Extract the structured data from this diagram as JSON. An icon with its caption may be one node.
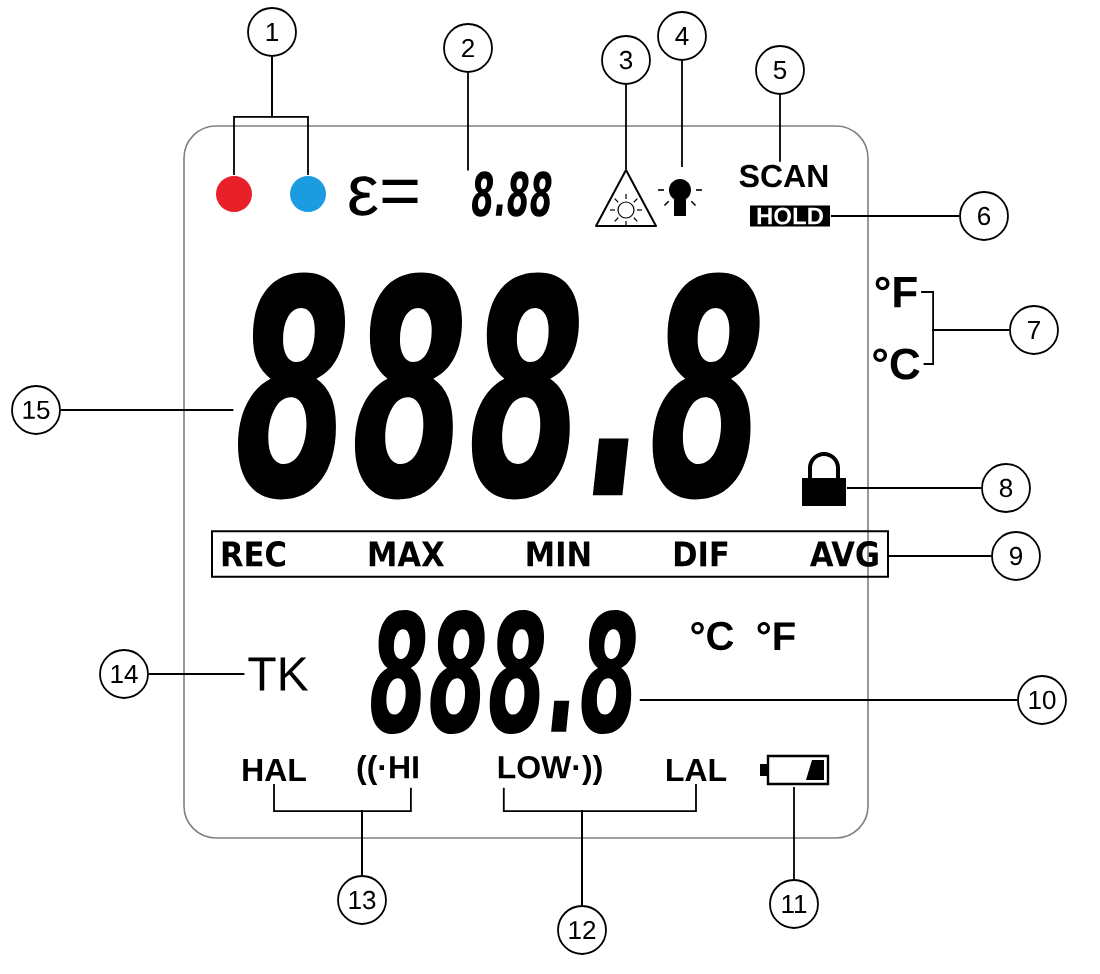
{
  "diagram": {
    "nodes": [
      {
        "text": [
          "1"
        ]
      },
      {
        "text": [],
        "shape": "circle"
      },
      {
        "text": [],
        "shape": "circle"
      },
      {
        "text": [
          "2"
        ]
      },
      {
        "text": [
          "8.88"
        ]
      },
      {
        "text": [
          "3"
        ]
      },
      {
        "text": [],
        "shape": "triangle"
      },
      {
        "text": [
          "4"
        ]
      },
      {
        "text": [],
        "shape": "lamp"
      },
      {
        "text": [
          "5"
        ]
      },
      {
        "text": [
          "SCAN"
        ]
      },
      {
        "text": [
          "6"
        ]
      },
      {
        "text": [
          "HOLD"
        ]
      },
      {
        "text": [
          "7"
        ]
      },
      {
        "text": [
          "°F"
        ]
      },
      {
        "text": [
          "°C"
        ]
      },
      {
        "text": [
          "15"
        ]
      },
      {
        "text": [
          "888.8"
        ]
      },
      {
        "text": [
          "8"
        ]
      },
      {
        "text": [],
        "shape": "lock"
      },
      {
        "text": [
          "9"
        ]
      },
      {
        "text": [
          "REC",
          "MAX",
          "MIN",
          "DIF",
          "AVG"
        ]
      },
      {
        "text": [
          "14"
        ]
      },
      {
        "text": [
          "TK"
        ]
      },
      {
        "text": [
          "10"
        ]
      },
      {
        "text": [
          "888.8"
        ]
      },
      {
        "text": [
          "13"
        ]
      },
      {
        "text": [
          "HAL"
        ]
      },
      {
        "text": [
          "((·HI"
        ]
      },
      {
        "text": [
          "12"
        ]
      },
      {
        "text": [
          "LOW·))"
        ]
      },
      {
        "text": [
          "LAL"
        ]
      },
      {
        "text": [
          "11"
        ]
      },
      {
        "text": [],
        "shape": "battery"
      }
    ],
    "edges": [
      {
        "from": 0,
        "to": 1,
        "arrow": "none"
      },
      {
        "from": 0,
        "to": 2,
        "arrow": "none"
      },
      {
        "from": 3,
        "to": 4,
        "arrow": "none"
      },
      {
        "from": 5,
        "to": 6,
        "arrow": "none"
      },
      {
        "from": 7,
        "to": 8,
        "arrow": "none"
      },
      {
        "from": 9,
        "to": 10,
        "arrow": "none"
      },
      {
        "from": 11,
        "to": 12,
        "arrow": "none"
      },
      {
        "from": 13,
        "to": 14,
        "arrow": "none"
      },
      {
        "from": 13,
        "to": 15,
        "arrow": "none"
      },
      {
        "from": 16,
        "to": 17,
        "arrow": "none"
      },
      {
        "from": 18,
        "to": 19,
        "arrow": "none"
      },
      {
        "from": 20,
        "to": 21,
        "arrow": "none"
      },
      {
        "from": 22,
        "to": 23,
        "arrow": "none"
      },
      {
        "from": 24,
        "to": 25,
        "arrow": "none"
      },
      {
        "from": 26,
        "to": 27,
        "arrow": "none"
      },
      {
        "from": 26,
        "to": 28,
        "arrow": "none"
      },
      {
        "from": 29,
        "to": 30,
        "arrow": "none"
      },
      {
        "from": 29,
        "to": 31,
        "arrow": "none"
      },
      {
        "from": 32,
        "to": 33,
        "arrow": "none"
      }
    ],
    "labels": [
      "ε=",
      "°C",
      "°F"
    ]
  }
}
